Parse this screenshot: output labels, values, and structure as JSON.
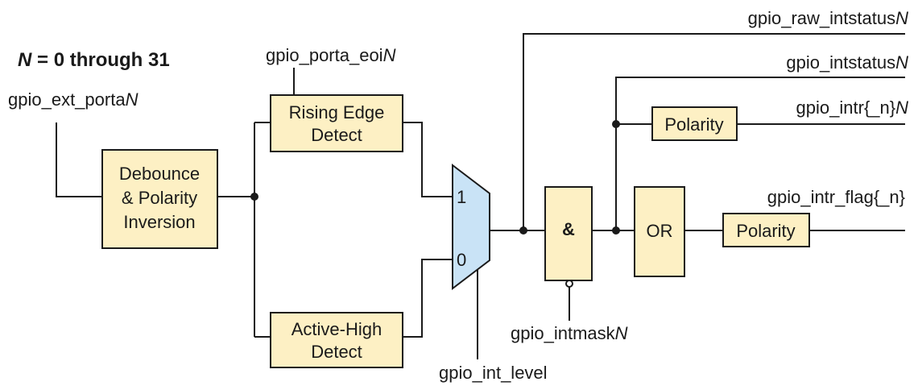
{
  "title": {
    "var": "N",
    "rest": " = 0 through 31"
  },
  "signals": {
    "ext_porta": {
      "base": "gpio_ext_porta",
      "suffix": "N"
    },
    "porta_eoi": {
      "base": "gpio_porta_eoi",
      "suffix": "N"
    },
    "raw_intstatus": {
      "base": "gpio_raw_intstatus",
      "suffix": "N"
    },
    "intstatus": {
      "base": "gpio_intstatus",
      "suffix": "N"
    },
    "intr": {
      "base": "gpio_intr{_n}",
      "suffix": "N"
    },
    "intr_flag": {
      "base": "gpio_intr_flag{_n}",
      "suffix": ""
    },
    "intmask": {
      "base": "gpio_intmask",
      "suffix": "N"
    },
    "int_level": {
      "base": "gpio_int_level",
      "suffix": ""
    }
  },
  "blocks": {
    "debounce": {
      "lines": [
        "Debounce",
        "& Polarity",
        "Inversion"
      ]
    },
    "rising": {
      "lines": [
        "Rising Edge",
        "Detect"
      ]
    },
    "active": {
      "lines": [
        "Active-High",
        "Detect"
      ]
    },
    "mux": {
      "in1": "1",
      "in0": "0"
    },
    "and_gate": {
      "label": "&"
    },
    "or_gate": {
      "label": "OR"
    },
    "polarity_top": {
      "label": "Polarity"
    },
    "polarity_bottom": {
      "label": "Polarity"
    }
  }
}
